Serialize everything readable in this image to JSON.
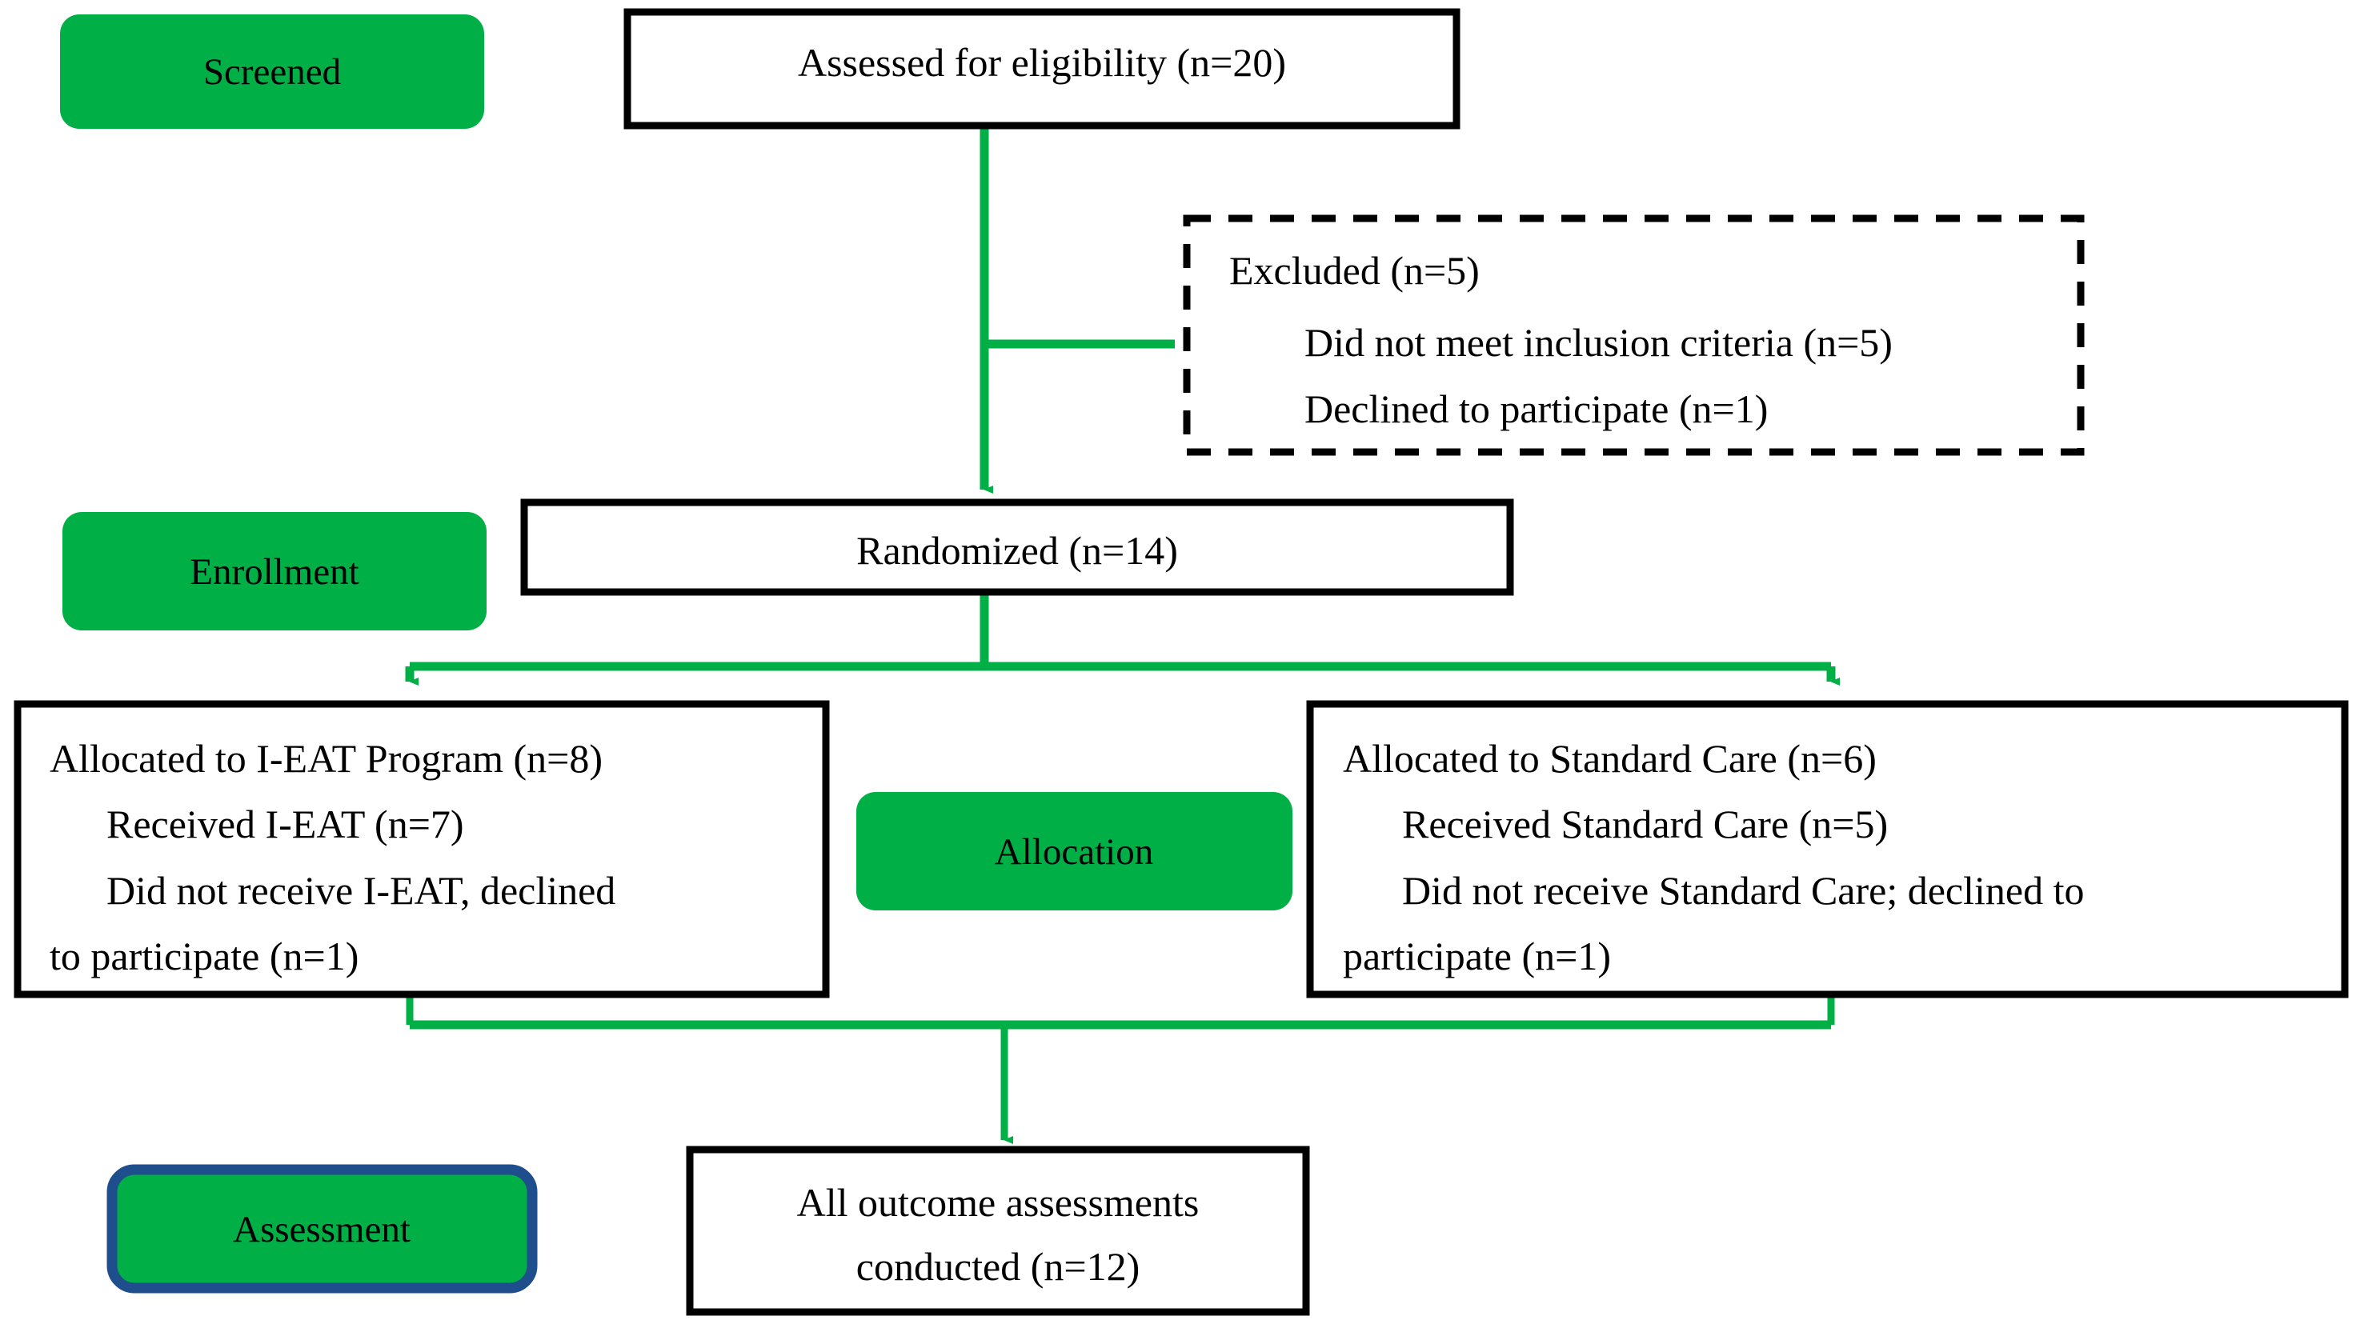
{
  "diagram": {
    "type": "consort-flow-diagram",
    "title": "CONSORT participant flow",
    "colors": {
      "stage_badge_fill": "#00AF45",
      "stage_badge_accent_border": "#1F4E8C",
      "connector": "#00AF45",
      "node_border": "#000000",
      "node_fill": "#FFFFFF",
      "text": "#000000"
    }
  },
  "stages": [
    {
      "key": "screened",
      "label": "Screened"
    },
    {
      "key": "enrollment",
      "label": "Enrollment"
    },
    {
      "key": "allocation",
      "label": "Allocation"
    },
    {
      "key": "assessment",
      "label": "Assessment"
    }
  ],
  "nodes": {
    "assessed": {
      "name": "assessed-for-eligibility",
      "lines": [
        "Assessed for eligibility (n=20)"
      ],
      "n": 20,
      "border": "solid"
    },
    "excluded": {
      "name": "excluded",
      "lines": [
        "Excluded (n=5)",
        "Did not meet inclusion criteria (n=5)",
        "Declined to participate (n=1)"
      ],
      "n": 5,
      "border": "dashed"
    },
    "randomized": {
      "name": "randomized",
      "lines": [
        "Randomized (n=14)"
      ],
      "n": 14,
      "border": "solid"
    },
    "allocated_intervention": {
      "name": "allocated-to-i-eat-program",
      "lines": [
        "Allocated to I-EAT Program (n=8)",
        "Received I-EAT (n=7)",
        "Did not receive I-EAT,    declined",
        "to participate (n=1)"
      ],
      "n": 8,
      "border": "solid"
    },
    "allocated_control": {
      "name": "allocated-to-standard-care",
      "lines": [
        "Allocated to Standard Care (n=6)",
        "Received Standard Care (n=5)",
        "Did not receive Standard Care; declined to",
        "participate (n=1)"
      ],
      "n": 6,
      "border": "solid"
    },
    "outcome": {
      "name": "all-outcome-assessments",
      "lines": [
        "All outcome assessments",
        "conducted (n=12)"
      ],
      "n": 12,
      "border": "solid"
    }
  },
  "chart_data": {
    "type": "diagram",
    "title": "CONSORT flow diagram",
    "flow": [
      {
        "from": "assessed",
        "to": "excluded",
        "direction": "right"
      },
      {
        "from": "assessed",
        "to": "randomized",
        "direction": "down"
      },
      {
        "from": "randomized",
        "to": "allocated_intervention",
        "direction": "down-left"
      },
      {
        "from": "randomized",
        "to": "allocated_control",
        "direction": "down-right"
      },
      {
        "from": "allocated_intervention",
        "to": "outcome",
        "direction": "down-merge"
      },
      {
        "from": "allocated_control",
        "to": "outcome",
        "direction": "down-merge"
      }
    ],
    "counts": {
      "assessed_for_eligibility": 20,
      "excluded_total": 5,
      "did_not_meet_inclusion_criteria": 5,
      "declined_to_participate_screening": 1,
      "randomized": 14,
      "allocated_i_eat": 8,
      "received_i_eat": 7,
      "did_not_receive_i_eat": 1,
      "allocated_standard_care": 6,
      "received_standard_care": 5,
      "did_not_receive_standard_care": 1,
      "outcome_assessments_conducted": 12
    }
  }
}
